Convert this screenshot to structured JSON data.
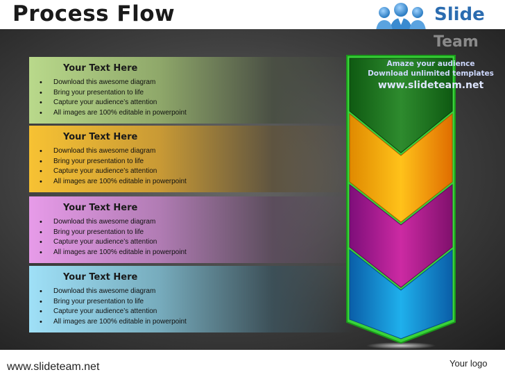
{
  "title": "Process Flow",
  "logo": {
    "text": "Slide",
    "sub": "Team"
  },
  "promo": {
    "line1": "Amaze your audience",
    "line2": "Download unlimited templates",
    "url": "www.slideteam.net"
  },
  "panels": [
    {
      "heading": "Your Text Here",
      "items": [
        "Download this awesome diagram",
        "Bring your presentation to life",
        "Capture your audience’s attention",
        "All images are 100% editable in powerpoint"
      ]
    },
    {
      "heading": "Your Text Here",
      "items": [
        "Download this awesome diagram",
        "Bring your presentation to life",
        "Capture your audience’s attention",
        "All images are 100% editable in powerpoint"
      ]
    },
    {
      "heading": "Your Text Here",
      "items": [
        "Download this awesome diagram",
        "Bring your presentation to life",
        "Capture your audience’s attention",
        "All images are 100% editable in powerpoint"
      ]
    },
    {
      "heading": "Your Text Here",
      "items": [
        "Download this awesome diagram",
        "Bring your presentation to life",
        "Capture your audience’s attention",
        "All images are 100% editable in powerpoint"
      ]
    }
  ],
  "footer": {
    "url": "www.slideteam.net",
    "logo": "Your logo"
  },
  "colors": {
    "green": "#1f7a1f",
    "yellow": "#f5b800",
    "magenta": "#b0168a",
    "blue": "#0e86c9",
    "outline": "#3ddc3d"
  }
}
